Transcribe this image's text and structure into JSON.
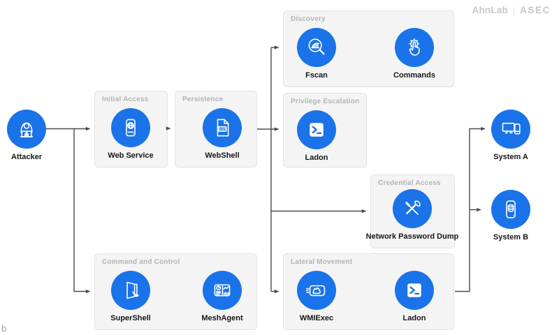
{
  "brand": {
    "primary": "AhnLab",
    "separator": "|",
    "secondary": "ASEC"
  },
  "corner_fragment": "b",
  "colors": {
    "node_blue": "#1a73e8",
    "box_bg": "#f4f4f4",
    "box_border": "#e3e3e3",
    "box_title": "#b4b4b7",
    "arrow": "#4a4a4a",
    "label": "#161616",
    "brand_gray": "#c6c6c9"
  },
  "groups": {
    "discovery": {
      "title": "Discovery"
    },
    "initial_access": {
      "title": "Initial Access"
    },
    "persistence": {
      "title": "Persistence"
    },
    "privilege_escalation": {
      "title": "Privilege Escalation"
    },
    "credential_access": {
      "title": "Credential Access"
    },
    "command_and_control": {
      "title": "Command and Control"
    },
    "lateral_movement": {
      "title": "Lateral Movement"
    }
  },
  "nodes": {
    "attacker": {
      "label": "Attacker",
      "icon": "hooded-attacker-laptop-icon"
    },
    "web_service": {
      "label": "Web Service",
      "icon": "phone-globe-icon"
    },
    "webshell": {
      "label": "WebShell",
      "icon": "asp-file-icon",
      "badge": "ASP"
    },
    "fscan": {
      "label": "Fscan",
      "icon": "magnifier-chart-icon"
    },
    "commands": {
      "label": "Commands",
      "icon": "hand-tap-gear-icon"
    },
    "ladon_privilege_escalation": {
      "label": "Ladon",
      "icon": "terminal-prompt-icon"
    },
    "network_password_dump": {
      "label": "Network Password Dump",
      "icon": "crossed-tools-icon"
    },
    "supershell": {
      "label": "SuperShell",
      "icon": "open-door-hand-icon"
    },
    "meshagent": {
      "label": "MeshAgent",
      "icon": "dashboard-charts-icon"
    },
    "wmiexec": {
      "label": "WMIExec",
      "icon": "speed-card-icon"
    },
    "ladon_lateral_movement": {
      "label": "Ladon",
      "icon": "terminal-prompt-icon"
    },
    "system_a": {
      "label": "System A",
      "icon": "desktop-and-phone-icon"
    },
    "system_b": {
      "label": "System B",
      "icon": "server-database-icon"
    }
  }
}
